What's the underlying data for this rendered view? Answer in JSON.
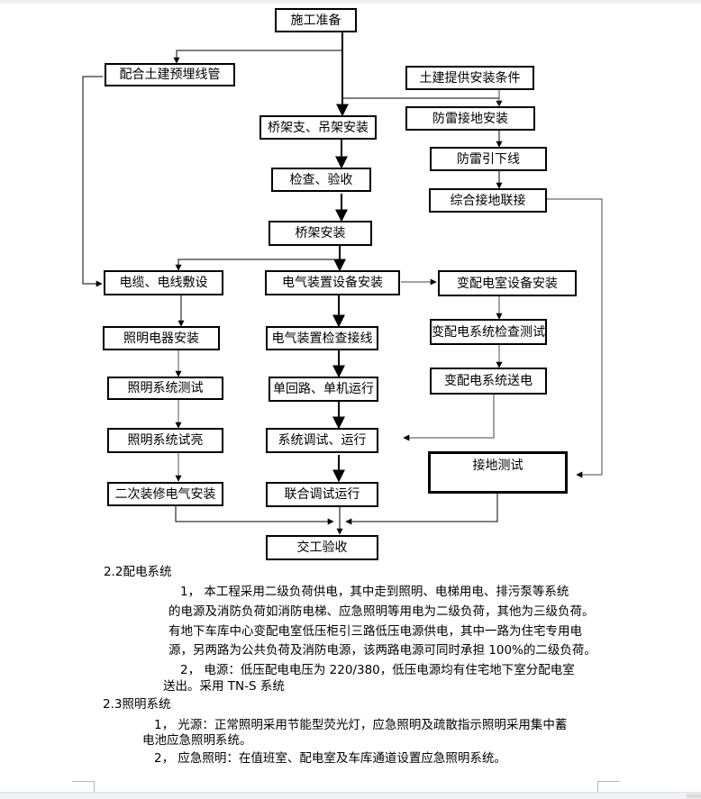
{
  "flowchart": {
    "nodes": {
      "prep": "施工准备",
      "embed": "配合土建预埋线管",
      "civil": "土建提供安装条件",
      "bracket": "桥架支、吊架安装",
      "lightning": "防雷接地安装",
      "downlead": "防雷引下线",
      "inspect": "检查、验收",
      "ground_link": "综合接地联接",
      "tray": "桥架安装",
      "cable": "电缆、电线敷设",
      "device": "电气装置设备安装",
      "substation": "变配电室设备安装",
      "lamp": "照明电器安装",
      "device_check": "电气装置检查接线",
      "sub_test": "变配电系统检查测试",
      "light_test": "照明系统测试",
      "single_run": "单回路、单机运行",
      "sub_power": "变配电系统送电",
      "light_on": "照明系统试亮",
      "sys_debug": "系统调试、运行",
      "ground_test": "接地测试",
      "decor": "二次装修电气安装",
      "joint": "联合调试运行",
      "handover": "交工验收"
    }
  },
  "document": {
    "s22_heading": "2.2配电系统",
    "s22_p1_l1": "1，     本工程采用二级负荷供电，其中走到照明、电梯用电、排污泵等系统",
    "s22_p1_l2": "的电源及消防负荷如消防电梯、应急照明等用电为二级负荷，其他为三级负荷。",
    "s22_p1_l3": "有地下车库中心变配电室低压柜引三路低压电源供电，其中一路为住宅专用电",
    "s22_p1_l4": "源，另两路为公共负荷及消防电源，该两路电源可同时承担 100%的二级负荷。",
    "s22_p2_l1": "2，     电源：低压配电电压为 220/380，低压电源均有住宅地下室分配电室",
    "s22_p2_l2": "送出。采用 TN-S 系统",
    "s23_heading": "2.3照明系统",
    "s23_p1_l1": "1，    光源：正常照明采用节能型荧光灯，应急照明及疏散指示照明采用集中蓄",
    "s23_p1_l2": "电池应急照明系统。",
    "s23_p2_l1": "2，    应急照明：在值班室、配电室及车库通道设置应急照明系统。"
  }
}
